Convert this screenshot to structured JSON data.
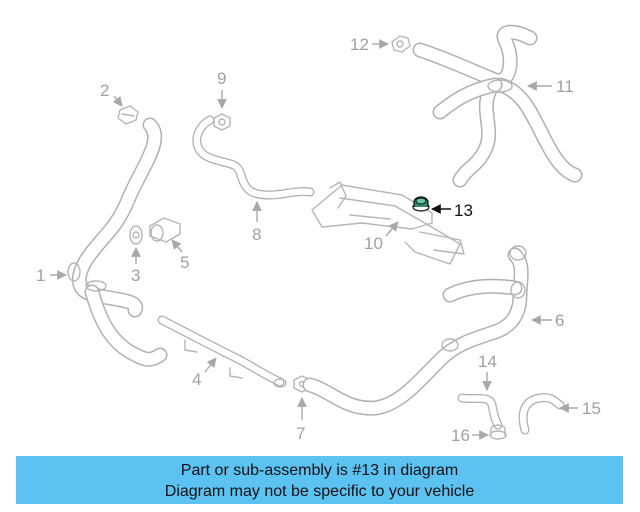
{
  "diagram": {
    "highlighted_part": "13",
    "highlight_color": "#2e8b6e",
    "callouts": {
      "c1": "1",
      "c2": "2",
      "c3": "3",
      "c4": "4",
      "c5": "5",
      "c6": "6",
      "c7": "7",
      "c8": "8",
      "c9": "9",
      "c10": "10",
      "c11": "11",
      "c12": "12",
      "c13": "13",
      "c14": "14",
      "c15": "15",
      "c16": "16"
    }
  },
  "banner": {
    "line1": "Part or sub-assembly is #13 in diagram",
    "line2": "Diagram may not be specific to your vehicle",
    "background": "#5bc2f2"
  }
}
